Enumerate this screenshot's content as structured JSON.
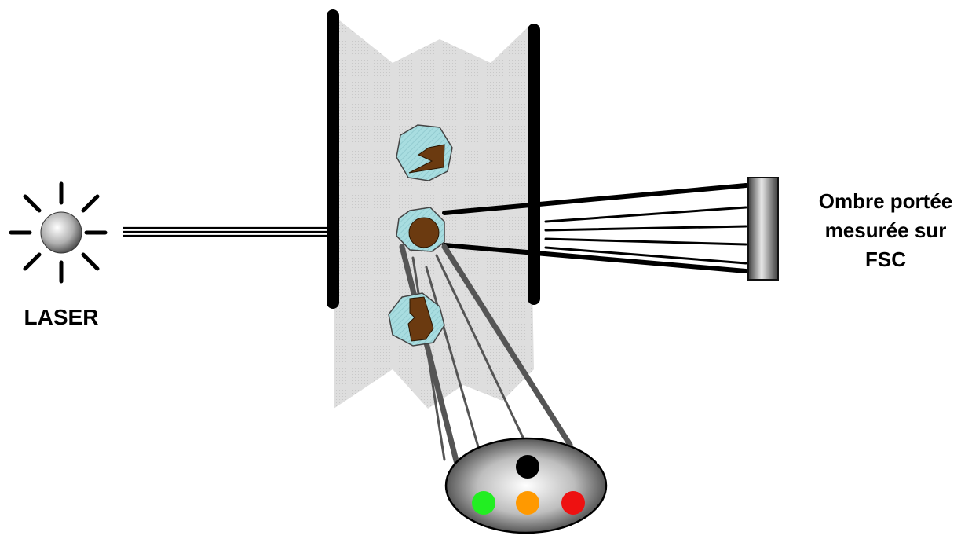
{
  "labels": {
    "laser": "LASER",
    "fsc_line1": "Ombre portée",
    "fsc_line2": "mesurée sur",
    "fsc_line3": "FSC"
  },
  "colors": {
    "stream": "#dcdcdc",
    "cell_membrane": "#a8dde0",
    "cell_nucleus": "#6b3a10",
    "detector_dot_1": "#000000",
    "detector_dot_2": "#22ee22",
    "detector_dot_3": "#ff9900",
    "detector_dot_4": "#ee1111"
  }
}
